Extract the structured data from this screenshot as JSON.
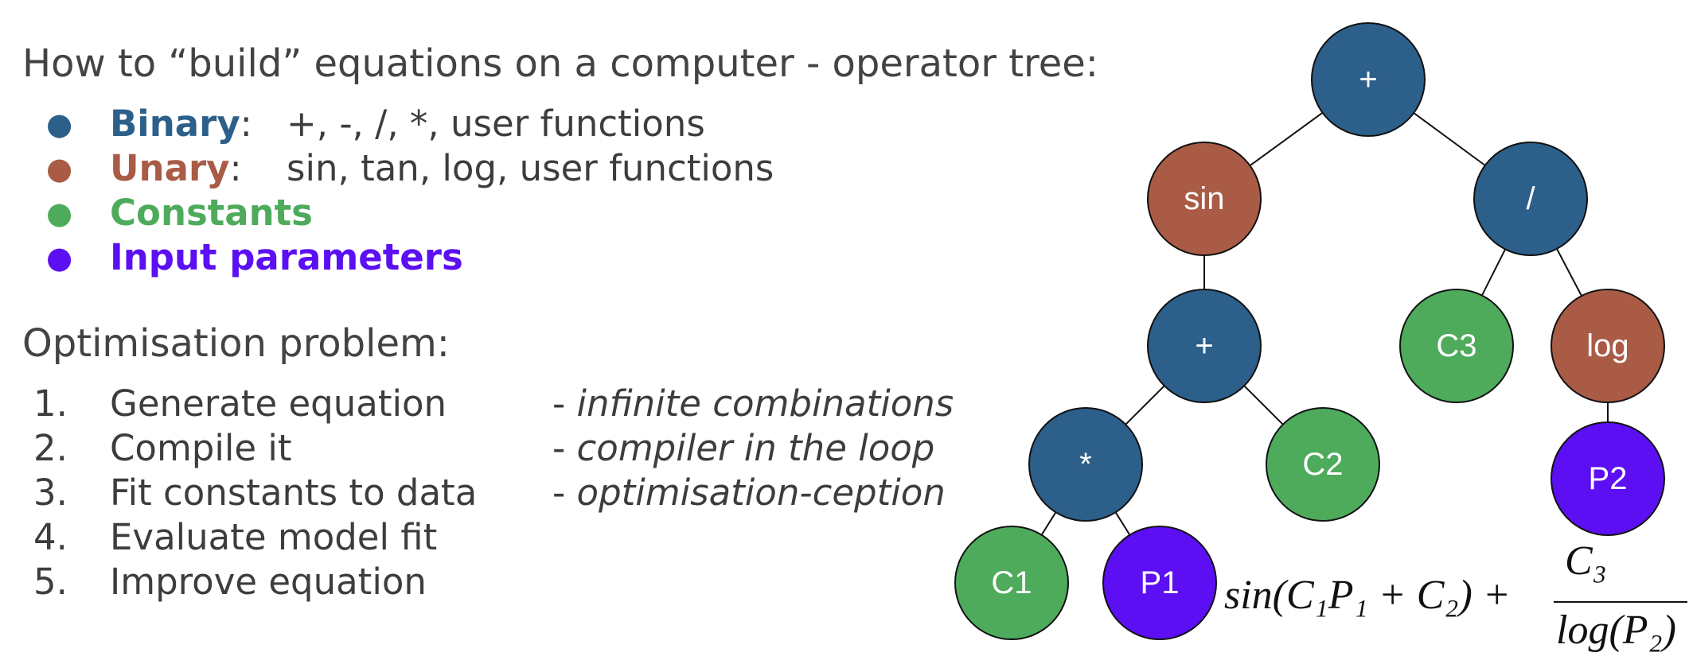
{
  "colors": {
    "binary": "#2c5f8a",
    "unary": "#a95b46",
    "constant": "#4eab5c",
    "input": "#5b0ff2",
    "text": "#3d3d3d"
  },
  "heading_tree": "How to “build” equations on a computer - operator tree:",
  "categories": [
    {
      "term": "Binary",
      "colon": ":",
      "desc": "+, -, /, *, user functions",
      "color": "#2c5f8a"
    },
    {
      "term": "Unary",
      "colon": ":",
      "desc": "sin, tan, log, user functions",
      "color": "#a95b46"
    },
    {
      "term": "Constants",
      "colon": "",
      "desc": "",
      "color": "#4eab5c"
    },
    {
      "term": "Input parameters",
      "colon": "",
      "desc": "",
      "color": "#5b0ff2"
    }
  ],
  "heading_opt": "Optimisation problem:",
  "steps": [
    {
      "num": "1.",
      "label": "Generate equation",
      "note": "infinite combinations"
    },
    {
      "num": "2.",
      "label": "Compile it",
      "note": "compiler in the loop"
    },
    {
      "num": "3.",
      "label": "Fit constants to data",
      "note": "optimisation-ception"
    },
    {
      "num": "4.",
      "label": "Evaluate model fit",
      "note": ""
    },
    {
      "num": "5.",
      "label": "Improve equation",
      "note": ""
    }
  ],
  "tree": {
    "nodes": [
      {
        "id": "root",
        "label": "+",
        "kind": "binary"
      },
      {
        "id": "sin",
        "label": "sin",
        "kind": "unary"
      },
      {
        "id": "div",
        "label": "/",
        "kind": "binary"
      },
      {
        "id": "plus2",
        "label": "+",
        "kind": "binary"
      },
      {
        "id": "c3",
        "label": "C3",
        "kind": "constant"
      },
      {
        "id": "log",
        "label": "log",
        "kind": "unary"
      },
      {
        "id": "mul",
        "label": "*",
        "kind": "binary"
      },
      {
        "id": "c2",
        "label": "C2",
        "kind": "constant"
      },
      {
        "id": "p2",
        "label": "P2",
        "kind": "input"
      },
      {
        "id": "c1",
        "label": "C1",
        "kind": "constant"
      },
      {
        "id": "p1",
        "label": "P1",
        "kind": "input"
      }
    ],
    "edges": [
      [
        "root",
        "sin"
      ],
      [
        "root",
        "div"
      ],
      [
        "sin",
        "plus2"
      ],
      [
        "div",
        "c3"
      ],
      [
        "div",
        "log"
      ],
      [
        "plus2",
        "mul"
      ],
      [
        "plus2",
        "c2"
      ],
      [
        "log",
        "p2"
      ],
      [
        "mul",
        "c1"
      ],
      [
        "mul",
        "p1"
      ]
    ]
  },
  "formula": {
    "main": "sin(C₁P₁ + C₂) +",
    "numerator": "C₃",
    "denominator": "log(P₂)"
  }
}
